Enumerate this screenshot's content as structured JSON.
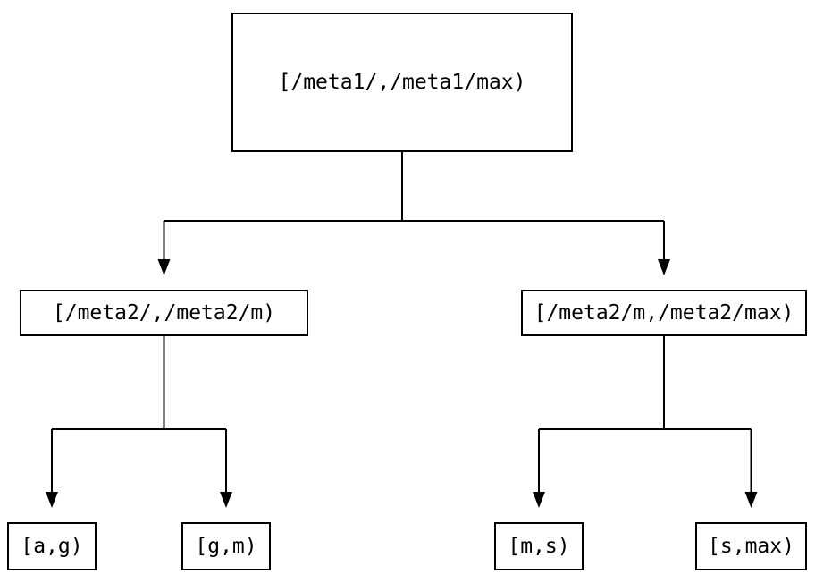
{
  "diagram": {
    "type": "interval-partition-tree",
    "colors": {
      "background": "#ffffff",
      "line": "#000000",
      "box_border": "#000000",
      "box_fill": "#ffffff",
      "text": "#000000"
    },
    "nodes": {
      "root": {
        "label": "[/meta1/,/meta1/max)"
      },
      "left": {
        "label": "[/meta2/,/meta2/m)"
      },
      "right": {
        "label": "[/meta2/m,/meta2/max)"
      },
      "leaf_ag": {
        "label": "[a,g)"
      },
      "leaf_gm": {
        "label": "[g,m)"
      },
      "leaf_ms": {
        "label": "[m,s)"
      },
      "leaf_smax": {
        "label": "[s,max)"
      }
    },
    "edges": [
      {
        "from": "root",
        "to": "left"
      },
      {
        "from": "root",
        "to": "right"
      },
      {
        "from": "left",
        "to": "leaf_ag"
      },
      {
        "from": "left",
        "to": "leaf_gm"
      },
      {
        "from": "right",
        "to": "leaf_ms"
      },
      {
        "from": "right",
        "to": "leaf_smax"
      }
    ]
  }
}
